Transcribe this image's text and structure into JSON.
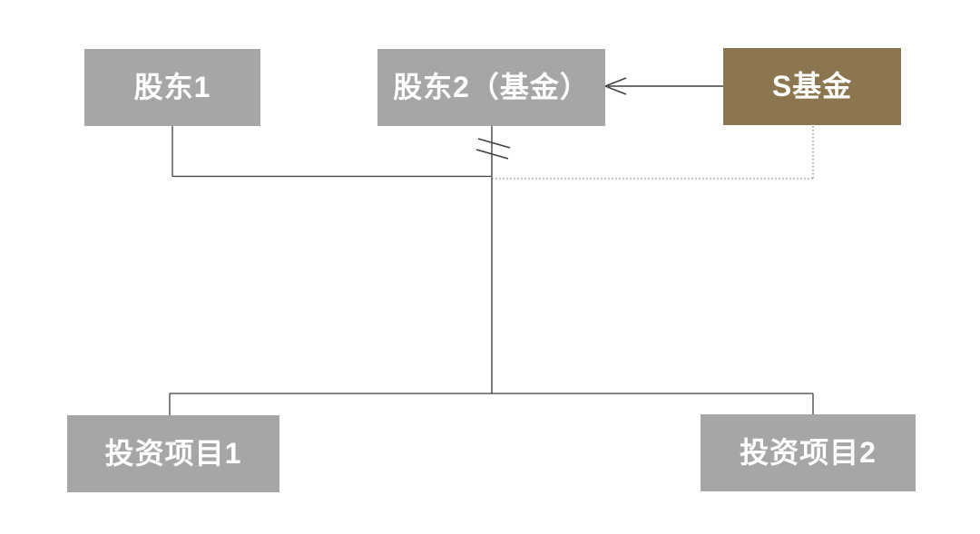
{
  "diagram": {
    "background": "#ffffff",
    "colors": {
      "node_gray": "#a6a6a6",
      "node_brown": "#8b7650",
      "node_text": "#ffffff",
      "line_dark": "#3f3f3f",
      "line_gray": "#8c8c8c",
      "dotted_line": "#595959"
    },
    "nodes": {
      "shareholder1": {
        "label": "股东1"
      },
      "shareholder2": {
        "label": "股东2（基金）"
      },
      "sfund": {
        "label": "S基金"
      },
      "project1": {
        "label": "投资项目1"
      },
      "project2": {
        "label": "投资项目2"
      }
    },
    "edges": [
      {
        "from": "S基金",
        "to": "股东2（基金）",
        "style": "solid-open-arrow"
      },
      {
        "from": "股东1",
        "to": "junction",
        "style": "solid"
      },
      {
        "from": "股东2（基金）",
        "to": "junction",
        "style": "solid-with-double-slash-break"
      },
      {
        "from": "S基金",
        "to": "junction",
        "style": "dotted"
      },
      {
        "from": "junction",
        "to": "投资项目1",
        "style": "solid"
      },
      {
        "from": "junction",
        "to": "投资项目2",
        "style": "solid"
      }
    ]
  }
}
